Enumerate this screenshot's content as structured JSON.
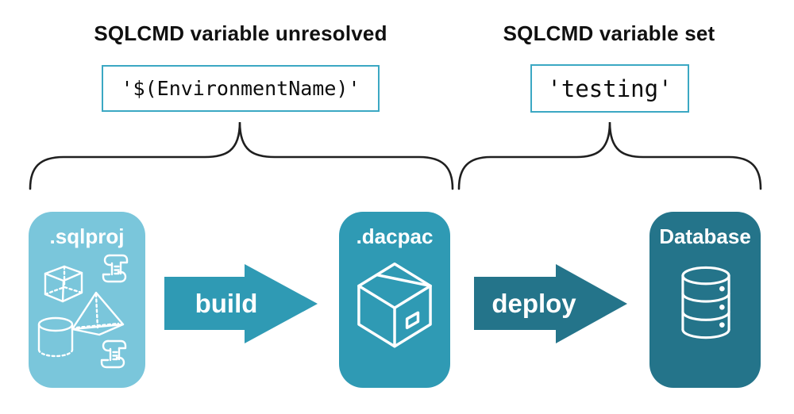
{
  "annotations": {
    "left": {
      "heading": "SQLCMD variable unresolved",
      "code": "'$(EnvironmentName)'"
    },
    "right": {
      "heading": "SQLCMD variable set",
      "code": "'testing'"
    }
  },
  "pipeline": {
    "nodes": [
      {
        "label": ".sqlproj",
        "icon": "sql-objects-icon",
        "color": "#7AC6DB"
      },
      {
        "label": ".dacpac",
        "icon": "package-icon",
        "color": "#2F9AB4"
      },
      {
        "label": "Database",
        "icon": "database-icon",
        "color": "#24748A"
      }
    ],
    "arrows": [
      {
        "label": "build",
        "color": "#2F9AB4"
      },
      {
        "label": "deploy",
        "color": "#24748A"
      }
    ]
  },
  "colors": {
    "code_box_border": "#3BA8C3",
    "brace_stroke": "#1F1F1F",
    "background": "#FFFFFF",
    "heading_text": "#101010",
    "node_text": "#FFFFFF"
  }
}
